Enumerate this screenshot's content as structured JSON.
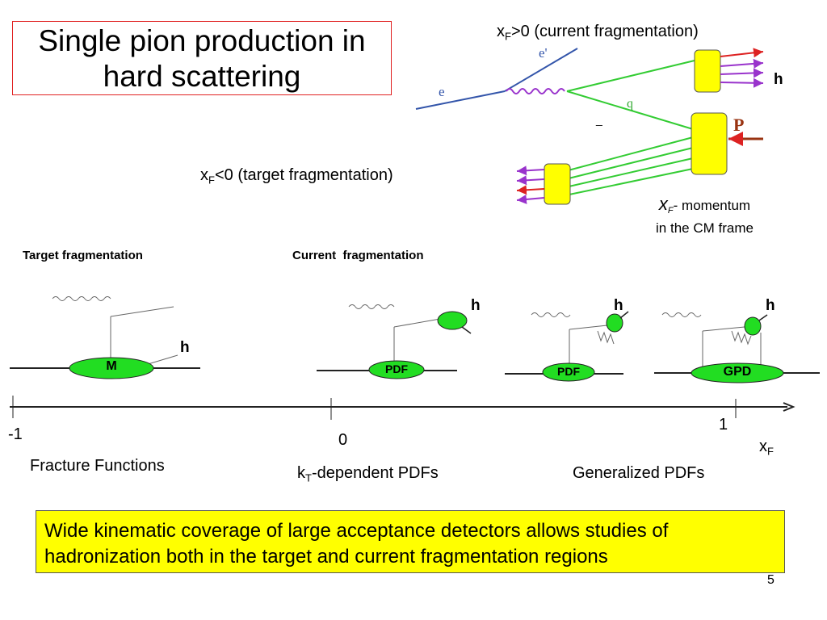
{
  "title": "Single pion production in hard scattering",
  "top_diagram": {
    "xf_pos_prefix": "x",
    "xf_pos_sub": "F",
    "xf_pos_rest": ">0 (current fragmentation)",
    "xf_neg_prefix": "x",
    "xf_neg_sub": "F",
    "xf_neg_rest": "<0 (target fragmentation)",
    "label_e": "e",
    "label_eprime": "e'",
    "label_q": "q",
    "label_h": "h",
    "label_P": "P",
    "label_dash": "_",
    "xf_def_x": "x",
    "xf_def_sub": "F",
    "xf_def_rest": "- momentum",
    "xf_def_line2": "in the CM frame"
  },
  "section_labels": {
    "target": "Target fragmentation",
    "current": "Current  fragmentation"
  },
  "blobs": {
    "m": "M",
    "pdf1": "PDF",
    "pdf2": "PDF",
    "gpd": "GPD",
    "h": "h"
  },
  "axis": {
    "tick_minus1": "-1",
    "tick_0": "0",
    "tick_1": "1",
    "axis_x": "x",
    "axis_sub": "F"
  },
  "categories": {
    "fracture": "Fracture Functions",
    "kt_k": "k",
    "kt_sub": "T",
    "kt_rest": "-dependent PDFs",
    "gpds": "Generalized PDFs"
  },
  "note": "Wide kinematic coverage of large acceptance detectors allows studies of hadronization both in the target and current fragmentation regions",
  "page_number": "5",
  "colors": {
    "title_border": "#e02020",
    "note_bg": "#ffff00",
    "green_blob": "#22dd22",
    "yellow_box": "#ffff00",
    "green_line": "#33cc33",
    "purple_arrow": "#9933cc",
    "red_arrow": "#dd2222",
    "electron_blue": "#3355aa"
  }
}
